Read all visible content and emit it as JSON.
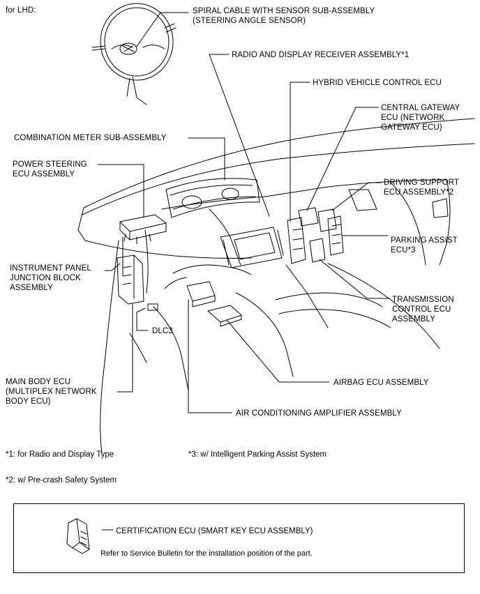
{
  "header": {
    "variant_label": "for LHD:"
  },
  "labels": {
    "spiral_cable": "SPIRAL CABLE WITH SENSOR SUB-ASSEMBLY\n(STEERING ANGLE SENSOR)",
    "radio_receiver": "RADIO AND DISPLAY RECEIVER ASSEMBLY*1",
    "hybrid_ecu": "HYBRID VEHICLE CONTROL ECU",
    "central_gateway": "CENTRAL GATEWAY\nECU (NETWORK\nGATEWAY ECU)",
    "combination_meter": "COMBINATION METER SUB-ASSEMBLY",
    "power_steering": "POWER STEERING\nECU ASSEMBLY",
    "driving_support": "DRIVING SUPPORT\nECU ASSEMBLY*2",
    "parking_assist": "PARKING ASSIST\nECU*3",
    "instrument_panel_jb": "INSTRUMENT PANEL\nJUNCTION BLOCK\nASSEMBLY",
    "transmission_ecu": "TRANSMISSION\nCONTROL ECU\nASSEMBLY",
    "dlc3": "DLC3",
    "airbag_ecu": "AIRBAG ECU ASSEMBLY",
    "main_body_ecu": "MAIN BODY ECU\n(MULTIPLEX NETWORK\nBODY ECU)",
    "ac_amplifier": "AIR CONDITIONING AMPLIFIER ASSEMBLY"
  },
  "footnotes": {
    "note1": "*1: for Radio and Display Type",
    "note3": "*3: w/ Intelligent Parking Assist System",
    "note2": "*2: w/ Pre-crash Safety System"
  },
  "certification_box": {
    "label": "CERTIFICATION ECU (SMART KEY ECU ASSEMBLY)",
    "note": "Refer to Service Bulletin for the installation position of the part."
  }
}
